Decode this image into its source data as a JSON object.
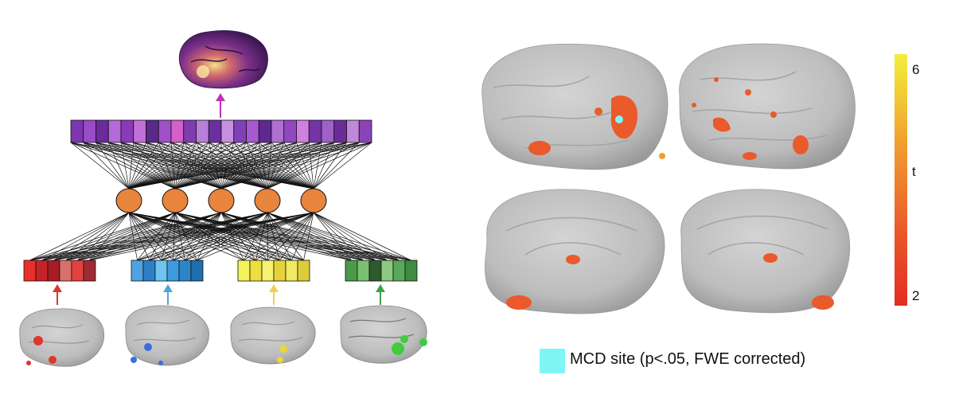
{
  "colorbar": {
    "max_label": "6",
    "var_label": "t",
    "min_label": "2",
    "colors": [
      "#f5ee3c",
      "#f0a030",
      "#ea5a2a",
      "#e32c24"
    ]
  },
  "legend": {
    "swatch_color": "#7ff5f5",
    "label": "MCD site (p<.05, FWE corrected)"
  },
  "network": {
    "output_nodes": 24,
    "hidden_nodes": 5,
    "input_groups": [
      {
        "color": "red",
        "cells": [
          "#e8302a",
          "#c3242a",
          "#a61d25",
          "#d9706a",
          "#e34040",
          "#9e2a35"
        ]
      },
      {
        "color": "blue",
        "cells": [
          "#4fa3e0",
          "#2d7fc6",
          "#6ec4ef",
          "#3c9be0",
          "#2c86c6",
          "#1f6fae"
        ]
      },
      {
        "color": "yellow",
        "cells": [
          "#f4f25a",
          "#eede3e",
          "#f7f070",
          "#e4d23a",
          "#f1ea62",
          "#dccc38"
        ]
      },
      {
        "color": "green",
        "cells": [
          "#4a9a4a",
          "#7ac070",
          "#2c5a2c",
          "#8cc880",
          "#5aa85a",
          "#3f8a44"
        ]
      }
    ],
    "hidden_color": "#e8843c",
    "output_colors": [
      "#7d36b0",
      "#9a4cc8",
      "#6c2a9c",
      "#b46ad8",
      "#8a3ab8",
      "#c070d6",
      "#5a2a8a",
      "#a050c8",
      "#d460c8",
      "#7e3cb0",
      "#b880d8",
      "#6a30a0",
      "#c890e0",
      "#8040b8",
      "#a858d0",
      "#5e2890",
      "#b070d0",
      "#9048c0",
      "#d080e0",
      "#7434a8",
      "#a060c8",
      "#6c2c98",
      "#c088d8",
      "#8a44b8"
    ]
  }
}
